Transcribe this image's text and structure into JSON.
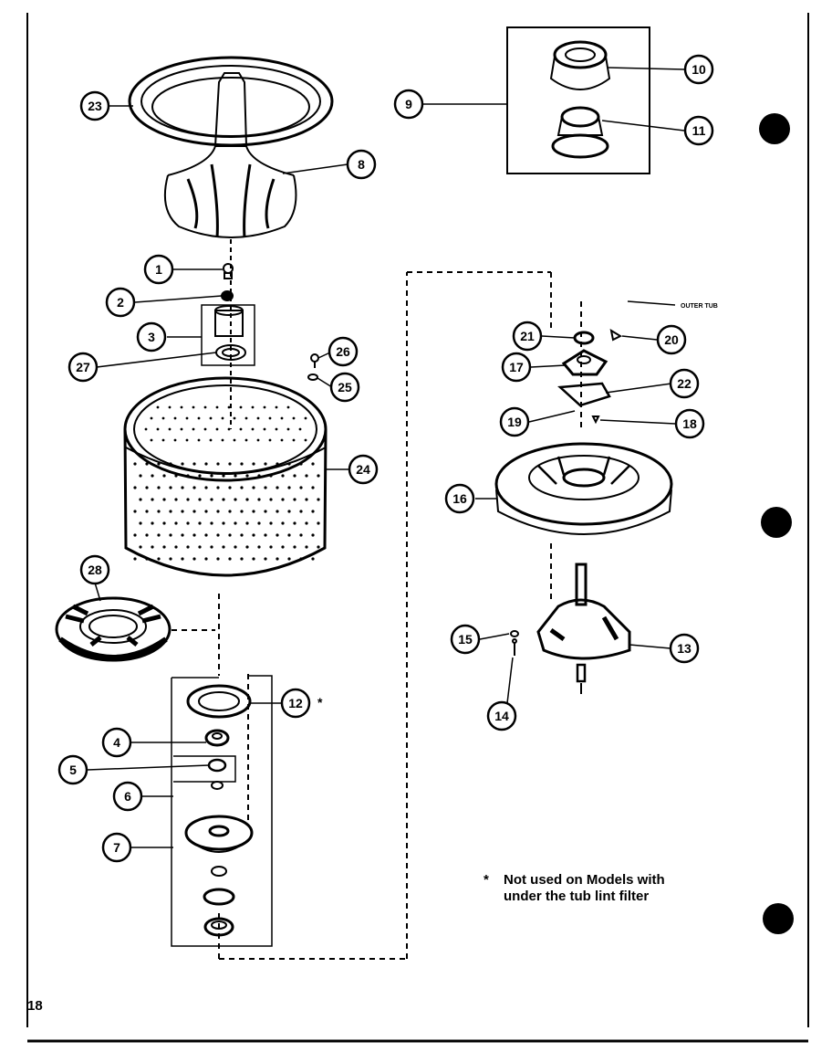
{
  "callouts": {
    "c1": "1",
    "c2": "2",
    "c3": "3",
    "c4": "4",
    "c5": "5",
    "c6": "6",
    "c7": "7",
    "c8": "8",
    "c9": "9",
    "c10": "10",
    "c11": "11",
    "c12": "12",
    "c13": "13",
    "c14": "14",
    "c15": "15",
    "c16": "16",
    "c17": "17",
    "c18": "18",
    "c19": "19",
    "c20": "20",
    "c21": "21",
    "c22": "22",
    "c23": "23",
    "c24": "24",
    "c25": "25",
    "c26": "26",
    "c27": "27",
    "c28": "28"
  },
  "labels": {
    "outer_tub": "OUTER TUB",
    "asterisk_12": "*"
  },
  "note": {
    "star": "*",
    "line1": "Not used on Models with",
    "line2": "under the tub lint filter"
  },
  "page_number": "18",
  "colors": {
    "ink": "#000000",
    "paper": "#ffffff"
  }
}
